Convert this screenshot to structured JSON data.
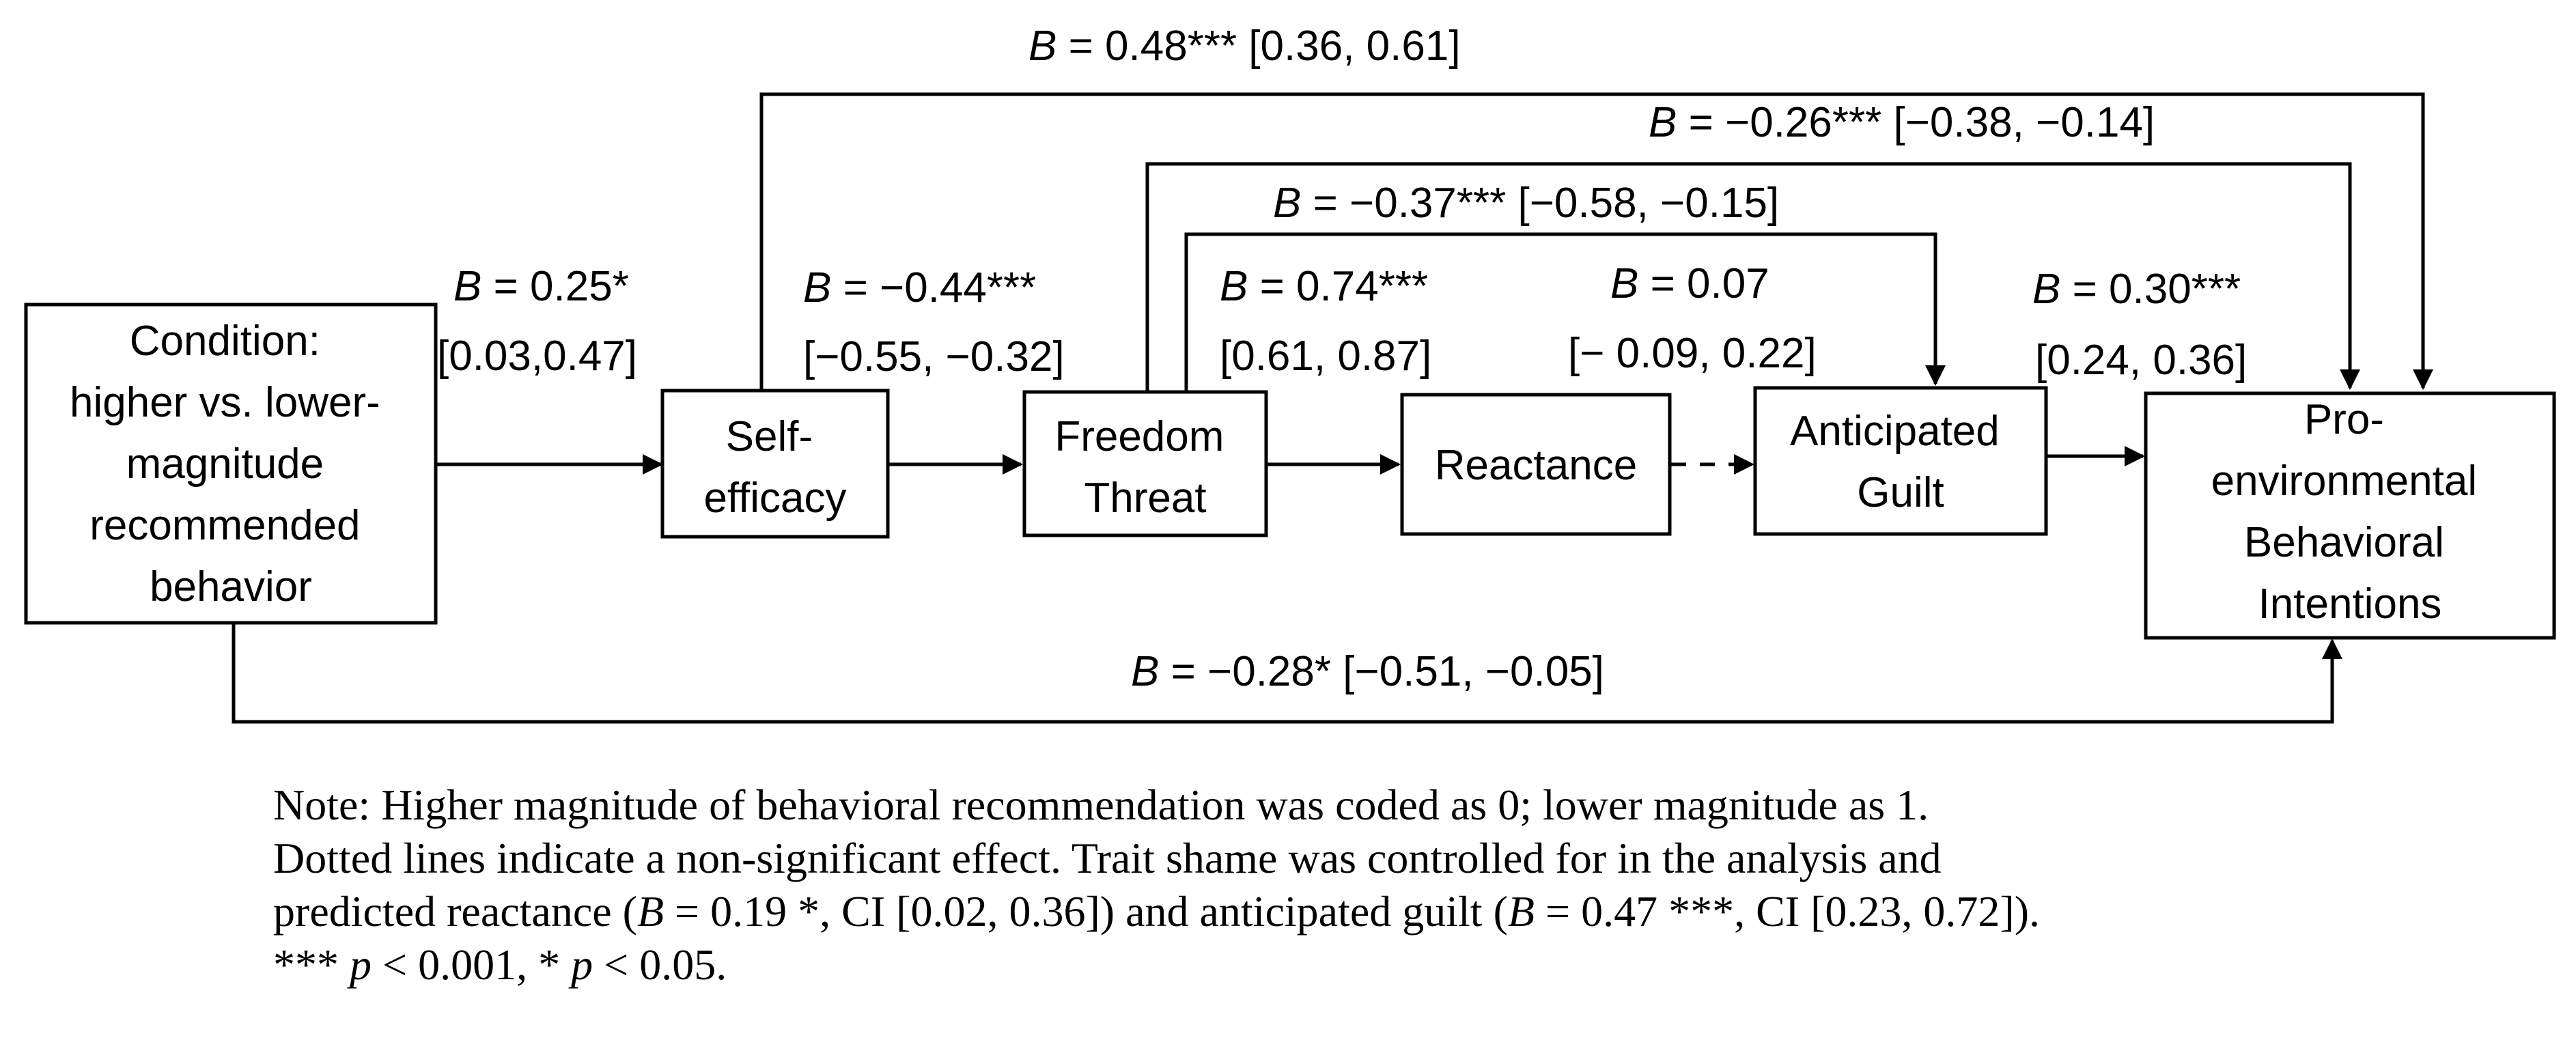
{
  "nodes": {
    "condition": [
      "Condition:",
      "higher vs. lower-",
      "magnitude",
      "recommended",
      "behavior"
    ],
    "self_efficacy": [
      "Self-",
      "efficacy"
    ],
    "freedom_threat": [
      "Freedom",
      "Threat"
    ],
    "reactance": [
      "Reactance"
    ],
    "anticipated_guilt": [
      "Anticipated",
      "Guilt"
    ],
    "intentions": [
      "Pro-",
      "environmental",
      "Behavioral",
      "Intentions"
    ]
  },
  "coefficients": {
    "cond_to_se": {
      "b": "B",
      "eq": " = 0.25*",
      "ci": "[0.03,0.47]"
    },
    "se_to_ft": {
      "b": "B",
      "eq": " = −0.44***",
      "ci": "[−0.55, −0.32]"
    },
    "ft_to_re": {
      "b": "B",
      "eq": " = 0.74***",
      "ci": "[0.61, 0.87]"
    },
    "re_to_ag": {
      "b": "B",
      "eq": " = 0.07",
      "ci": "[− 0.09, 0.22]"
    },
    "ag_to_pi": {
      "b": "B",
      "eq": " = 0.30***",
      "ci": "[0.24, 0.36]"
    },
    "se_to_pi": {
      "b": "B",
      "eq": " = 0.48*** [0.36, 0.61]"
    },
    "ft_to_pi": {
      "b": "B",
      "eq": " = −0.26*** [−0.38, −0.14]"
    },
    "ft_to_ag": {
      "b": "B",
      "eq": " = −0.37*** [−0.58, −0.15]"
    },
    "cond_to_pi": {
      "b": "B",
      "eq": " = −0.28* [−0.51, −0.05]"
    }
  },
  "note": {
    "line1": "Note: Higher magnitude of behavioral recommendation was coded as 0; lower magnitude as 1.",
    "line2": "Dotted lines indicate a non-significant effect. Trait shame was controlled for in the analysis and",
    "line3_a": "predicted reactance (",
    "line3_b1": "B",
    "line3_c": " = 0.19 *, CI [0.02, 0.36]) and anticipated guilt (",
    "line3_b2": "B",
    "line3_d": " = 0.47 ***, CI [0.23, 0.72]).",
    "line4_a": "*** ",
    "line4_p1": "p",
    "line4_b": " < 0.001, * ",
    "line4_p2": "p",
    "line4_c": " < 0.05."
  }
}
